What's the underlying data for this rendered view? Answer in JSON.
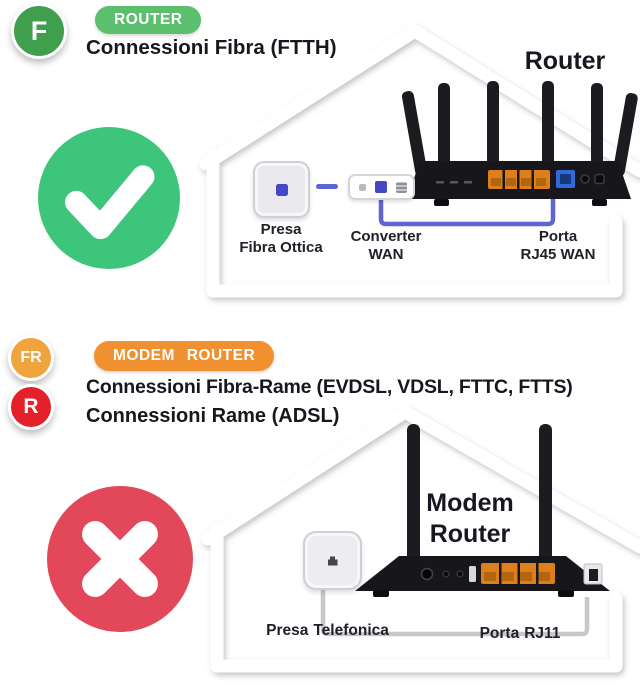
{
  "colors": {
    "green_badge": "#3f9f4d",
    "green_pill": "#5bbf6d",
    "check_green": "#3ec57c",
    "orange_badge": "#f0a43e",
    "orange_pill": "#f0902f",
    "red_badge": "#e4202b",
    "cross_red": "#e2485a",
    "wire_blue": "#5e66cf",
    "wire_gray": "#c8c8cb",
    "text_dark": "#17171f"
  },
  "icons": {
    "status_ok": "check-circle-icon",
    "status_no": "cross-circle-icon"
  },
  "section_fiber": {
    "badge_letter": "F",
    "pill_label": "ROUTER",
    "title": "Connessioni Fibra (FTTH)",
    "device_label": "Router",
    "socket_label_line1": "Presa",
    "socket_label_line2": "Fibra Ottica",
    "converter_label_line1": "Converter",
    "converter_label_line2": "WAN",
    "port_label_line1": "Porta",
    "port_label_line2": "RJ45 WAN"
  },
  "section_copper": {
    "badge_letter_fr": "FR",
    "badge_letter_r": "R",
    "pill_label": "MODEM ROUTER",
    "title_line1": "Connessioni Fibra-Rame (EVDSL, VDSL, FTTC, FTTS)",
    "title_line2": "Connessioni Rame (ADSL)",
    "device_label_line1": "Modem",
    "device_label_line2": "Router",
    "socket_label_word1": "Presa",
    "socket_label_word2": "Telefonica",
    "port_label_word1": "Porta",
    "port_label_word2": "RJ11"
  }
}
